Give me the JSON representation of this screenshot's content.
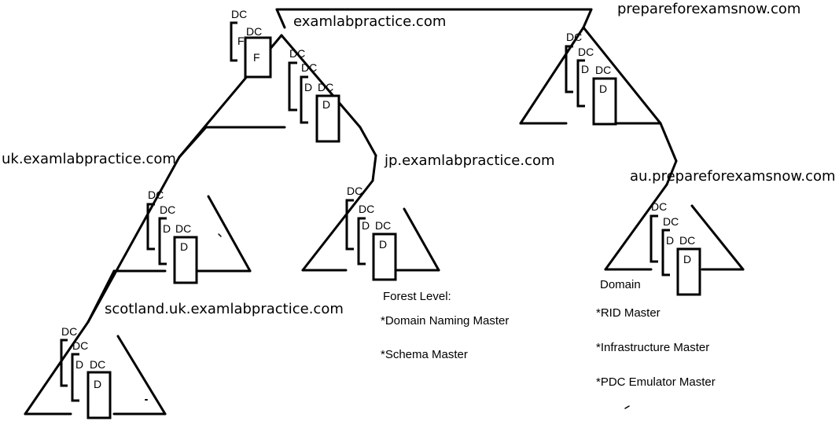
{
  "domains": {
    "root": "examlabpractice.com",
    "uk": "uk.examlabpractice.com",
    "jp": "jp.examlabpractice.com",
    "scotland": "scotland.uk.examlabpractice.com",
    "prepare": "prepareforexamsnow.com",
    "au": "au.prepareforexamsnow.com"
  },
  "dc_text": {
    "dc": "DC",
    "d": "D",
    "f": "F"
  },
  "forest_notes": {
    "title": "Forest Level:",
    "items": [
      "*Domain Naming Master",
      "*Schema Master"
    ]
  },
  "domain_notes": {
    "title": "Domain",
    "items": [
      "*RID Master",
      "*Infrastructure Master",
      "*PDC Emulator Master"
    ]
  }
}
